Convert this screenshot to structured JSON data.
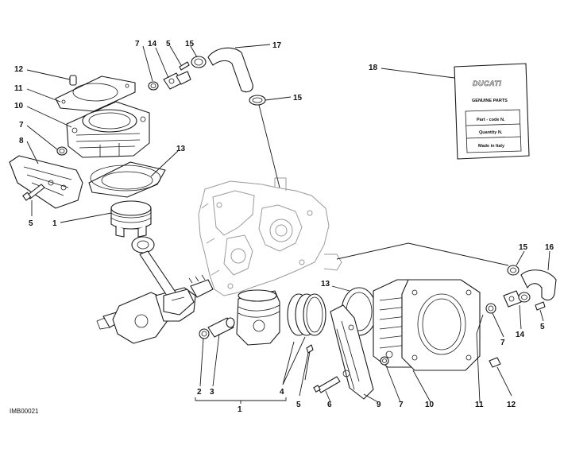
{
  "drawing_code": "IMB00021",
  "parts_card": {
    "brand": "DUCATI",
    "title": "GENUINE PARTS",
    "rows": [
      "Part - code N.",
      "Quantity N.",
      "Made in Italy"
    ]
  },
  "callouts": {
    "c12_top": "12",
    "c11_top": "11",
    "c10_top": "10",
    "c7_left": "7",
    "c8_left": "8",
    "c5_left": "5",
    "c1_left": "1",
    "c7_top": "7",
    "c14_top": "14",
    "c5_top": "5",
    "c15_top": "15",
    "c17": "17",
    "c15_mid": "15",
    "c13_top": "13",
    "c18": "18",
    "c15_right": "15",
    "c16": "16",
    "c7_right": "7",
    "c14_right": "14",
    "c5_right": "5",
    "c13_mid": "13",
    "c2_bottom": "2",
    "c3_bottom": "3",
    "c4_bottom": "4",
    "c1_bottom": "1",
    "c5_bottom": "5",
    "c6_bottom": "6",
    "c9_bottom": "9",
    "c7_bottom": "7",
    "c10_bottom": "10",
    "c11_bottom": "11",
    "c12_bottom": "12"
  }
}
